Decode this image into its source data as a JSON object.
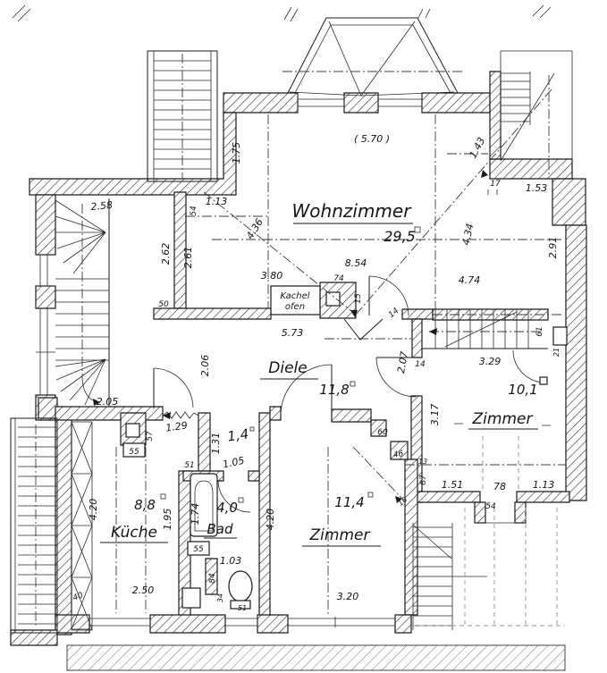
{
  "drawing": {
    "rooms": {
      "wohnzimmer": {
        "label": "Wohnzimmer",
        "area": "29,5"
      },
      "diele": {
        "label": "Diele",
        "area": "11,8"
      },
      "zimmer_rechts": {
        "label": "Zimmer",
        "area": "10,1"
      },
      "zimmer_unten": {
        "label": "Zimmer",
        "area": "11,4"
      },
      "kueche": {
        "label": "Küche",
        "area": "8,8"
      },
      "bad": {
        "label": "Bad",
        "area": "4,0"
      },
      "flur": {
        "area": "1,4"
      },
      "kachelofen": {
        "line1": "Kachel",
        "line2": "ofen"
      }
    },
    "dimensions": {
      "d570": "( 5.70 )",
      "d175": "1.75",
      "d143": "1.43",
      "d17": "17",
      "d153": "1.53",
      "d258": "2.58",
      "d113": "1.13",
      "d54": "54",
      "d436": "4.36",
      "d262": "2.62",
      "d261": "2.61",
      "d291": "2.91",
      "d434": "4.34",
      "d474": "4.74",
      "d380": "3.80",
      "d854": "8.54",
      "d74": "74",
      "d15": "15",
      "d573": "5.73",
      "d50": "50",
      "d205": "2.05",
      "d206": "2.06",
      "d207": "2.07",
      "d14a": "14",
      "d14b": "14",
      "d329": "3.29",
      "d61": "61",
      "d21": "21",
      "d317": "3.17",
      "d129": "1.29",
      "d57": "57",
      "d131": "1.31",
      "d105": "1.05",
      "d51a": "51",
      "d55a": "55",
      "d55b": "55",
      "d195": "1.95",
      "d174": "1.74",
      "d420a": "4.20",
      "d420b": "4.20",
      "d250": "2.50",
      "d40": "40",
      "d103": "1.03",
      "d84": "84",
      "d34": "34",
      "d51b": "51",
      "d320": "3.20",
      "d60": "60",
      "d46": "46",
      "d13": "13",
      "d87": "87",
      "d16": "16",
      "d151": "1.51",
      "d78": "78",
      "d113b": "1.13",
      "d54b": "54"
    }
  }
}
